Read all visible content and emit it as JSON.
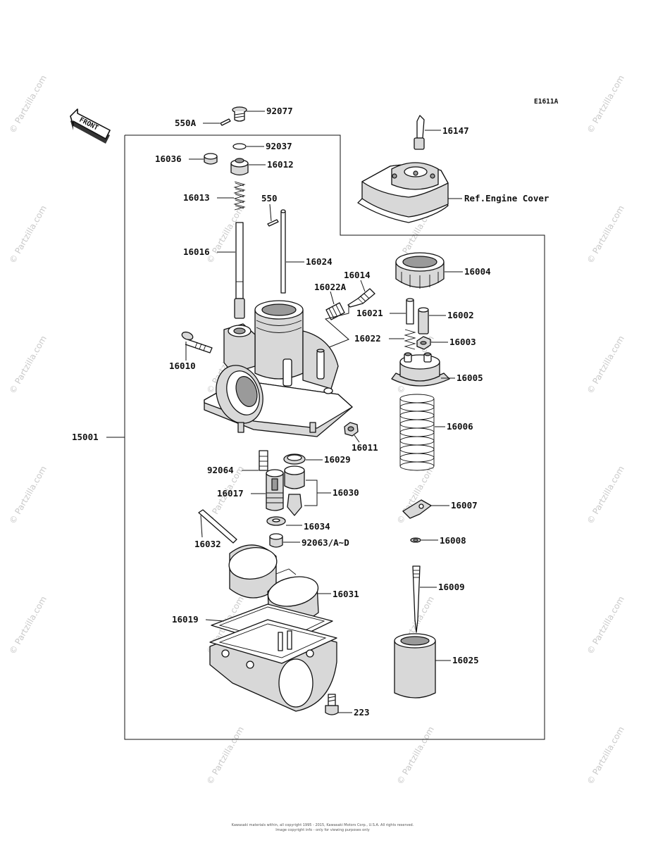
{
  "diagram_code": "E1611A",
  "front_arrow_label": "FRONT",
  "ref_engine_cover": "Ref.Engine Cover",
  "watermark": "© Partzilla.com",
  "footer_line1": "Kawasaki materials within, all copyright 1995 - 2015, Kawasaki Motors Corp., U.S.A. All rights reserved.",
  "footer_line2": "Image copyright info - only for viewing purposes only",
  "parts": {
    "p92077": "92077",
    "p550A": "550A",
    "p92037": "92037",
    "p16036": "16036",
    "p16012": "16012",
    "p16013": "16013",
    "p550": "550",
    "p16016": "16016",
    "p16024": "16024",
    "p16014": "16014",
    "p16022A": "16022A",
    "p16010": "16010",
    "p15001": "15001",
    "p16011": "16011",
    "p92064": "92064",
    "p16029": "16029",
    "p16017": "16017",
    "p16030": "16030",
    "p16034": "16034",
    "p16032": "16032",
    "p92063": "92063/A~D",
    "p16031": "16031",
    "p16019": "16019",
    "p223": "223",
    "p16147": "16147",
    "p16004": "16004",
    "p16021": "16021",
    "p16002": "16002",
    "p16022": "16022",
    "p16003": "16003",
    "p16005": "16005",
    "p16006": "16006",
    "p16007": "16007",
    "p16008": "16008",
    "p16009": "16009",
    "p16025": "16025"
  }
}
